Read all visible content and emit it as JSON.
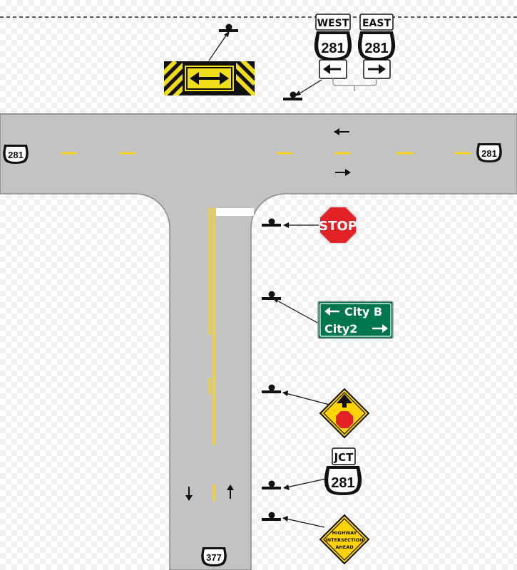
{
  "routes": {
    "main_route_left": "281",
    "main_route_right": "281",
    "side_route": "377"
  },
  "signs": {
    "west_label": "WEST",
    "west_route": "281",
    "east_label": "EAST",
    "east_route": "281",
    "stop_text": "STOP",
    "guide_line1": "City B",
    "guide_line2": "City2",
    "jct_label": "JCT",
    "jct_route": "281",
    "warning_line1": "HIGHWAY",
    "warning_line2": "INTERSECTION",
    "warning_line3": "AHEAD"
  },
  "colors": {
    "road": "#c3c3c3",
    "road_edge": "#8a8a8a",
    "centerline": "#f5d31f",
    "stop_red": "#e32228",
    "guide_green": "#00764e",
    "warning_yellow": "#ffd400",
    "chevron_yellow": "#f0de1b",
    "sign_black": "#111111"
  }
}
